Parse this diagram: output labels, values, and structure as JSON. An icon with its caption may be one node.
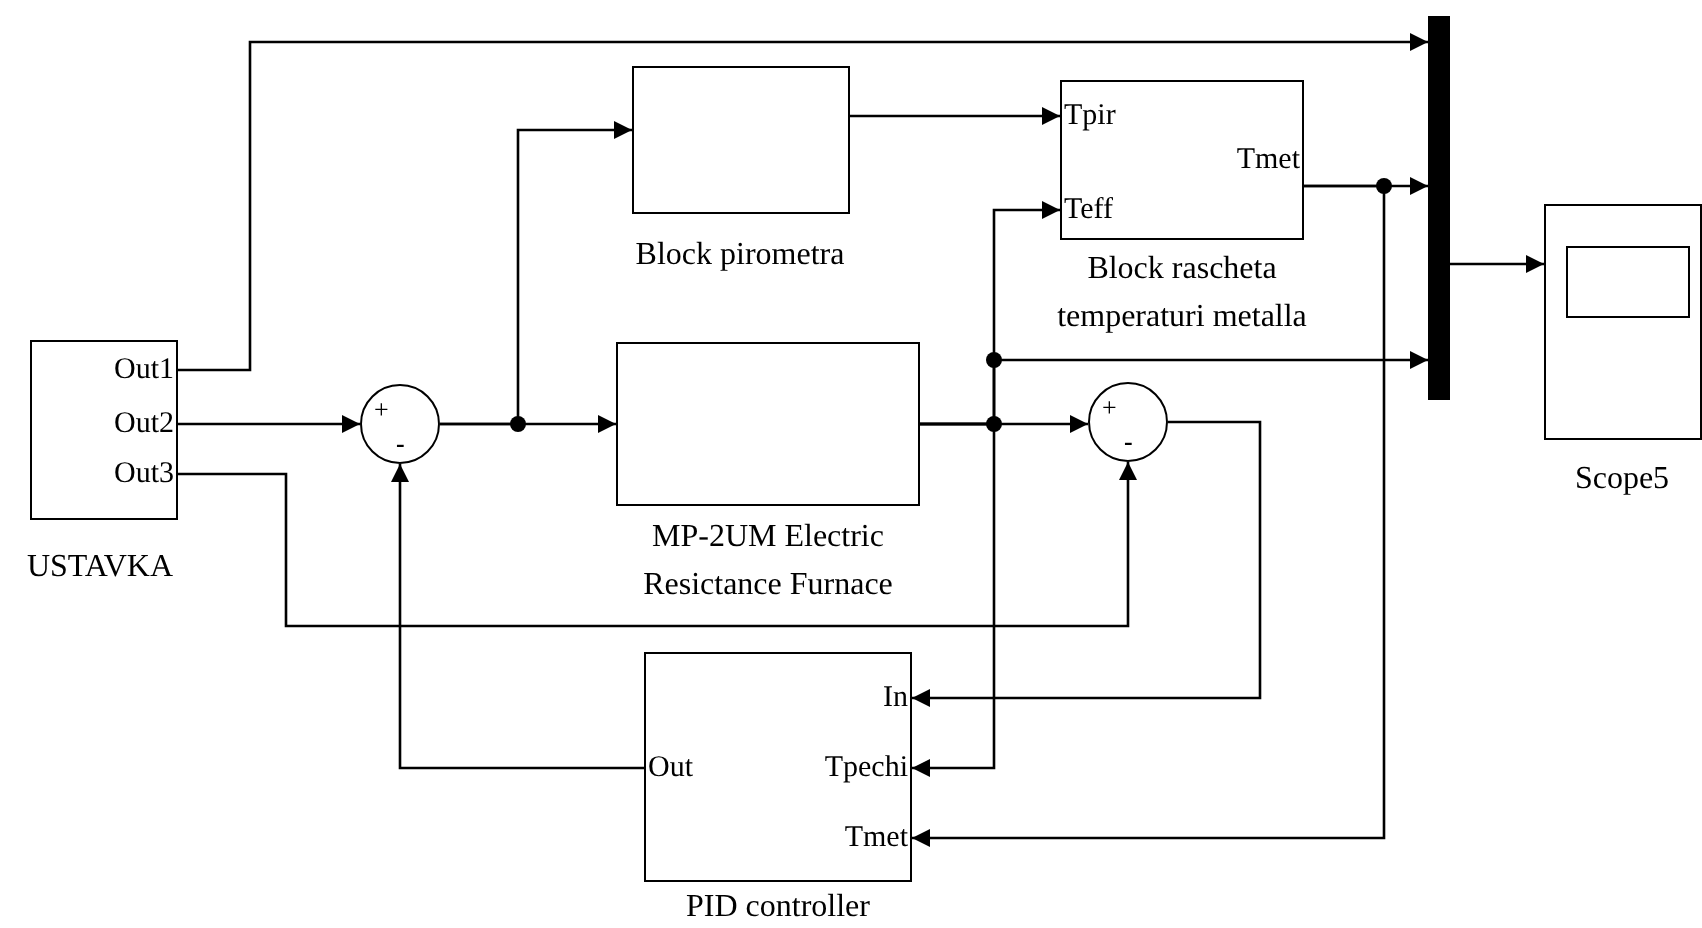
{
  "diagram": {
    "nodes": [
      {
        "text": [
          "Out1",
          "Out2",
          "Out3"
        ],
        "beside": [
          "USTAVKA"
        ]
      },
      {
        "text": [
          "+",
          "-"
        ]
      },
      {
        "text": [],
        "shape": "box",
        "beside": [
          "Block pirometra"
        ]
      },
      {
        "text": [
          "Tpir",
          "Teff",
          "Tmet"
        ],
        "beside": [
          "Block rascheta temperaturi metalla"
        ]
      },
      {
        "text": [],
        "shape": "box",
        "beside": [
          "MP-2UM Electric Resictance Furnace"
        ]
      },
      {
        "text": [
          "+",
          "-"
        ]
      },
      {
        "text": [],
        "shape": "bar"
      },
      {
        "text": [],
        "shape": "box",
        "beside": [
          "Scope5"
        ]
      },
      {
        "text": [
          "In",
          "Out",
          "Tpechi",
          "Tmet"
        ],
        "beside": [
          "PID controller"
        ]
      }
    ],
    "edges": [
      {
        "from": 0,
        "to": 6,
        "arrow": "to"
      },
      {
        "from": 0,
        "to": 1,
        "arrow": "to"
      },
      {
        "from": 0,
        "to": 5,
        "arrow": "to"
      },
      {
        "from": 8,
        "to": 1,
        "arrow": "to"
      },
      {
        "from": 1,
        "to": 2,
        "arrow": "to"
      },
      {
        "from": 1,
        "to": 4,
        "arrow": "to"
      },
      {
        "from": 2,
        "to": 3,
        "arrow": "to"
      },
      {
        "from": 4,
        "to": 3,
        "arrow": "to"
      },
      {
        "from": 4,
        "to": 6,
        "arrow": "to"
      },
      {
        "from": 4,
        "to": 5,
        "arrow": "to"
      },
      {
        "from": 4,
        "to": 8,
        "arrow": "to"
      },
      {
        "from": 3,
        "to": 6,
        "arrow": "to"
      },
      {
        "from": 3,
        "to": 8,
        "arrow": "to"
      },
      {
        "from": 5,
        "to": 8,
        "arrow": "to"
      },
      {
        "from": 6,
        "to": 7,
        "arrow": "to"
      }
    ]
  }
}
